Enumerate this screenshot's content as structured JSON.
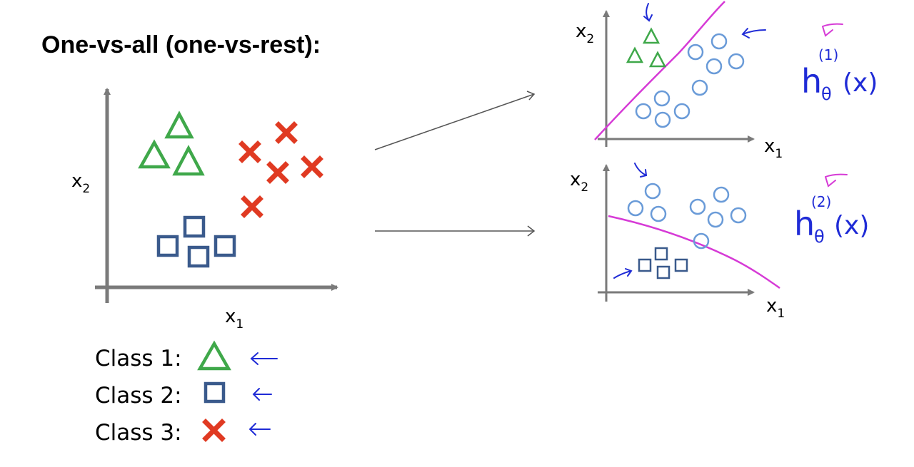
{
  "title": "One-vs-all (one-vs-rest):",
  "axes": {
    "x_label": "x",
    "x_sub": "1",
    "y_label": "x",
    "y_sub": "2"
  },
  "legend": [
    {
      "label": "Class 1:",
      "marker": "triangle",
      "color": "#3fa84a"
    },
    {
      "label": "Class 2:",
      "marker": "square",
      "color": "#3a5a8c"
    },
    {
      "label": "Class 3:",
      "marker": "cross",
      "color": "#e03a22"
    }
  ],
  "annotations": {
    "h1_main": "h",
    "h1_theta": "θ",
    "h1_arg": "(x)",
    "h1_sup": "(1)",
    "h2_main": "h",
    "h2_theta": "θ",
    "h2_arg": "(x)",
    "h2_sup": "(2)"
  },
  "colors": {
    "triangle": "#3fa84a",
    "square": "#3a5a8c",
    "cross": "#e03a22",
    "circle": "#6a9bd8",
    "boundary": "#d63ad6",
    "ink": "#1f2bd6",
    "axis": "#7a7a7a"
  }
}
